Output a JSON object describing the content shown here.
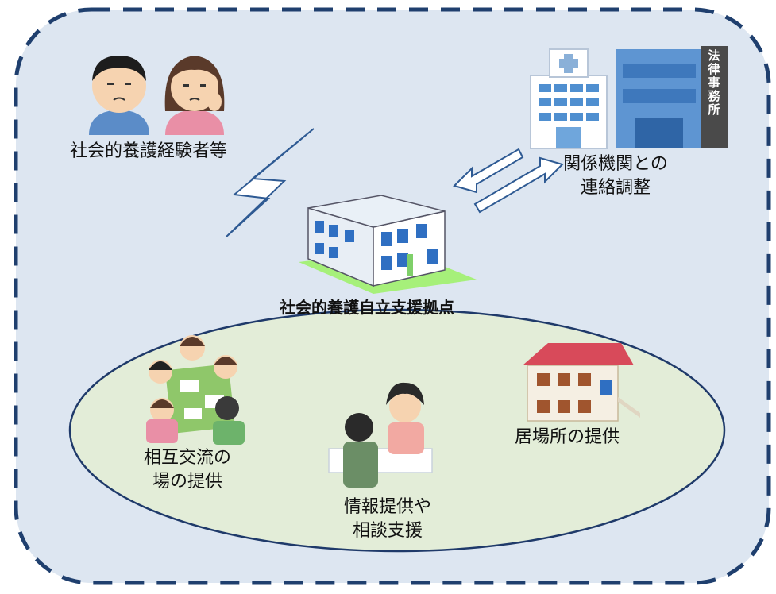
{
  "labels": {
    "experienced": "社会的養護経験者等",
    "agencies_line1": "関係機関との",
    "agencies_line2": "連絡調整",
    "hub": "社会的養護自立支援拠点",
    "exchange_line1": "相互交流の",
    "exchange_line2": "場の提供",
    "consult_line1": "情報提供や",
    "consult_line2": "相談支援",
    "place": "居場所の提供"
  },
  "law_office_sign": [
    "法",
    "律",
    "事",
    "務",
    "所"
  ],
  "colors": {
    "border": "#1f3f6e",
    "panel": "#dde6f1",
    "ellipse_fill": "#e3edd8",
    "ellipse_stroke": "#1f3a6a"
  }
}
